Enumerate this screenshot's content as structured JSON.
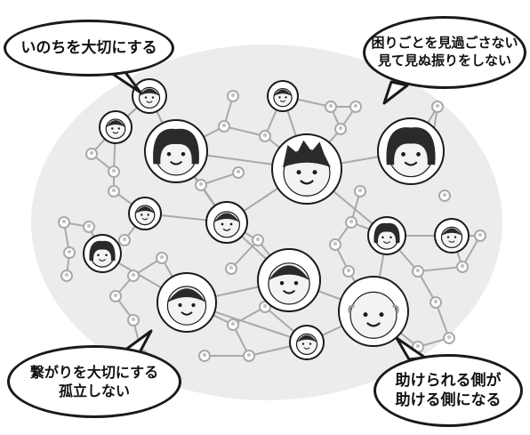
{
  "bubbles": {
    "top_left": {
      "lines": [
        "いのちを大切にする"
      ]
    },
    "top_right": {
      "lines": [
        "困りごとを見過ごさない",
        "見て見ぬ振りをしない"
      ]
    },
    "bottom_left": {
      "lines": [
        "繋がりを大切にする",
        "孤立しない"
      ]
    },
    "bottom_right": {
      "lines": [
        "助けられる側が",
        "助ける側になる"
      ]
    }
  },
  "colors": {
    "background_oval": "#ececec",
    "network_line": "#a9a9a9",
    "node_fill": "#c2c2c2",
    "skin": "#f3f3f3",
    "hair": "#2a2a2a",
    "outline": "#1a1a1a"
  }
}
